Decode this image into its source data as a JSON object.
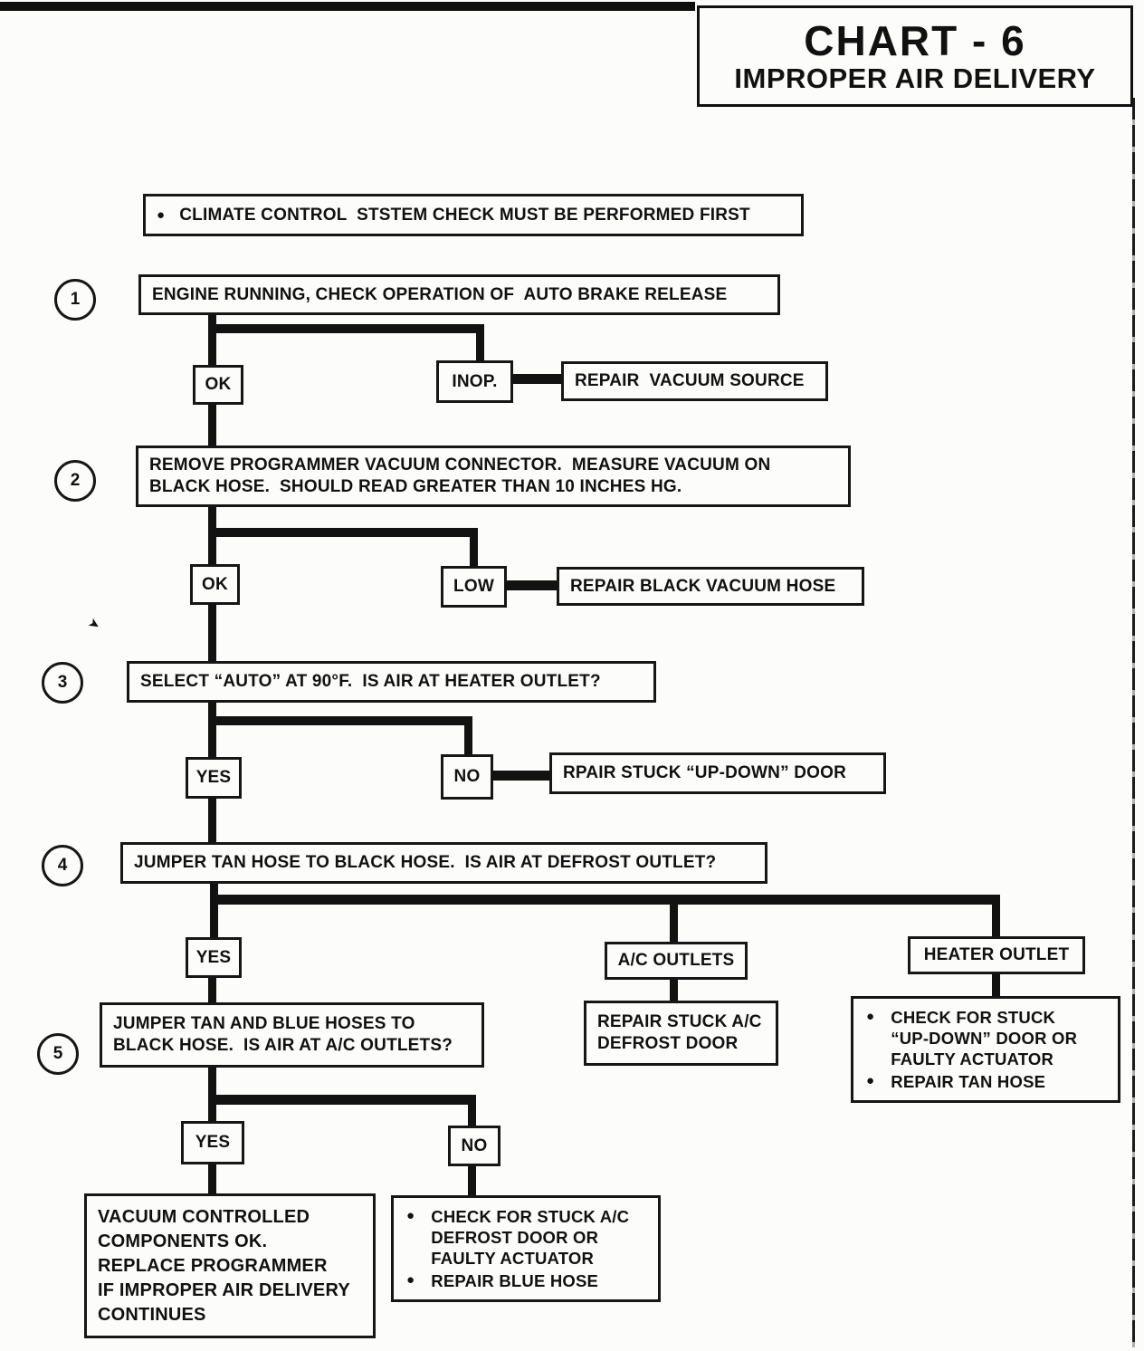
{
  "bullet": "●",
  "header": {
    "title": "CHART - 6",
    "subtitle": "IMPROPER AIR DELIVERY"
  },
  "note": {
    "text": "CLIMATE CONTROL  STSTEM CHECK MUST BE PERFORMED FIRST"
  },
  "steps": {
    "s1": {
      "num": "1",
      "text": "ENGINE RUNNING, CHECK OPERATION OF  AUTO BRAKE RELEASE",
      "pass": "OK",
      "fail": "INOP.",
      "fail_action": "REPAIR  VACUUM SOURCE"
    },
    "s2": {
      "num": "2",
      "text": "REMOVE PROGRAMMER VACUUM CONNECTOR.  MEASURE VACUUM ON\nBLACK HOSE.  SHOULD READ GREATER THAN 10 INCHES HG.",
      "pass": "OK",
      "fail": "LOW",
      "fail_action": "REPAIR BLACK VACUUM HOSE"
    },
    "s3": {
      "num": "3",
      "text": "SELECT “AUTO” AT 90°F.  IS AIR AT HEATER OUTLET?",
      "yes": "YES",
      "no": "NO",
      "no_action": "RPAIR STUCK “UP-DOWN” DOOR"
    },
    "s4": {
      "num": "4",
      "text": "JUMPER TAN HOSE TO BLACK HOSE.  IS AIR AT DEFROST OUTLET?",
      "yes": "YES",
      "branch_ac": "A/C OUTLETS",
      "branch_heater": "HEATER OUTLET",
      "ac_action": "REPAIR STUCK A/C\nDEFROST DOOR",
      "heater_bullet_1": "CHECK FOR STUCK\n“UP-DOWN” DOOR OR\nFAULTY ACTUATOR",
      "heater_bullet_2": "REPAIR TAN HOSE"
    },
    "s5": {
      "num": "5",
      "text": "JUMPER TAN AND BLUE HOSES TO\nBLACK HOSE.  IS AIR AT A/C OUTLETS?",
      "yes": "YES",
      "no": "NO",
      "yes_result": "VACUUM CONTROLLED\nCOMPONENTS OK.\nREPLACE PROGRAMMER\nIF IMPROPER AIR DELIVERY\nCONTINUES",
      "no_bullet_1": "CHECK FOR STUCK A/C\nDEFROST DOOR OR\nFAULTY ACTUATOR",
      "no_bullet_2": "REPAIR BLUE HOSE"
    }
  }
}
